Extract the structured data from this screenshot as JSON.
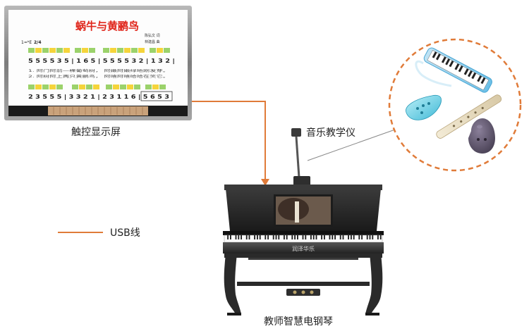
{
  "labels": {
    "screen": "触控显示屏",
    "music_device": "音乐教学仪",
    "piano": "教师智慧电钢琴",
    "legend": "USB线"
  },
  "screen_content": {
    "song_title": "蜗牛与黄鹂鸟",
    "key_signature": "1=ᵇE",
    "time_signature": "2/4",
    "credits_line1": "陈弘文  词",
    "credits_line2": "林建昌  曲",
    "notation_row1": "5 5 5  5 3 5 | 1 6 5 | 5 5 5  5 3 2 | 1 3 2 |",
    "lyrics_row1": "1. 阿门阿前一棵葡萄树，  阿嫩阿嫩绿地刚发芽。",
    "lyrics_row2": "2. 阿树阿上两只黄鹂鸟，  阿嘻阿嘻哈哈在笑它。",
    "notation_row2": "2 3  5 5 5 | 3 3 2 1 | 2 3  1 1 6 | 5 6  5 3"
  },
  "piano_brand": "润泽华乐",
  "colors": {
    "usb_line": "#e07b39",
    "dashed_circle": "#e07b39",
    "screen_frame": "#8a8a8a",
    "piano_body": "#2b2b2b",
    "title_red": "#e0261b"
  }
}
